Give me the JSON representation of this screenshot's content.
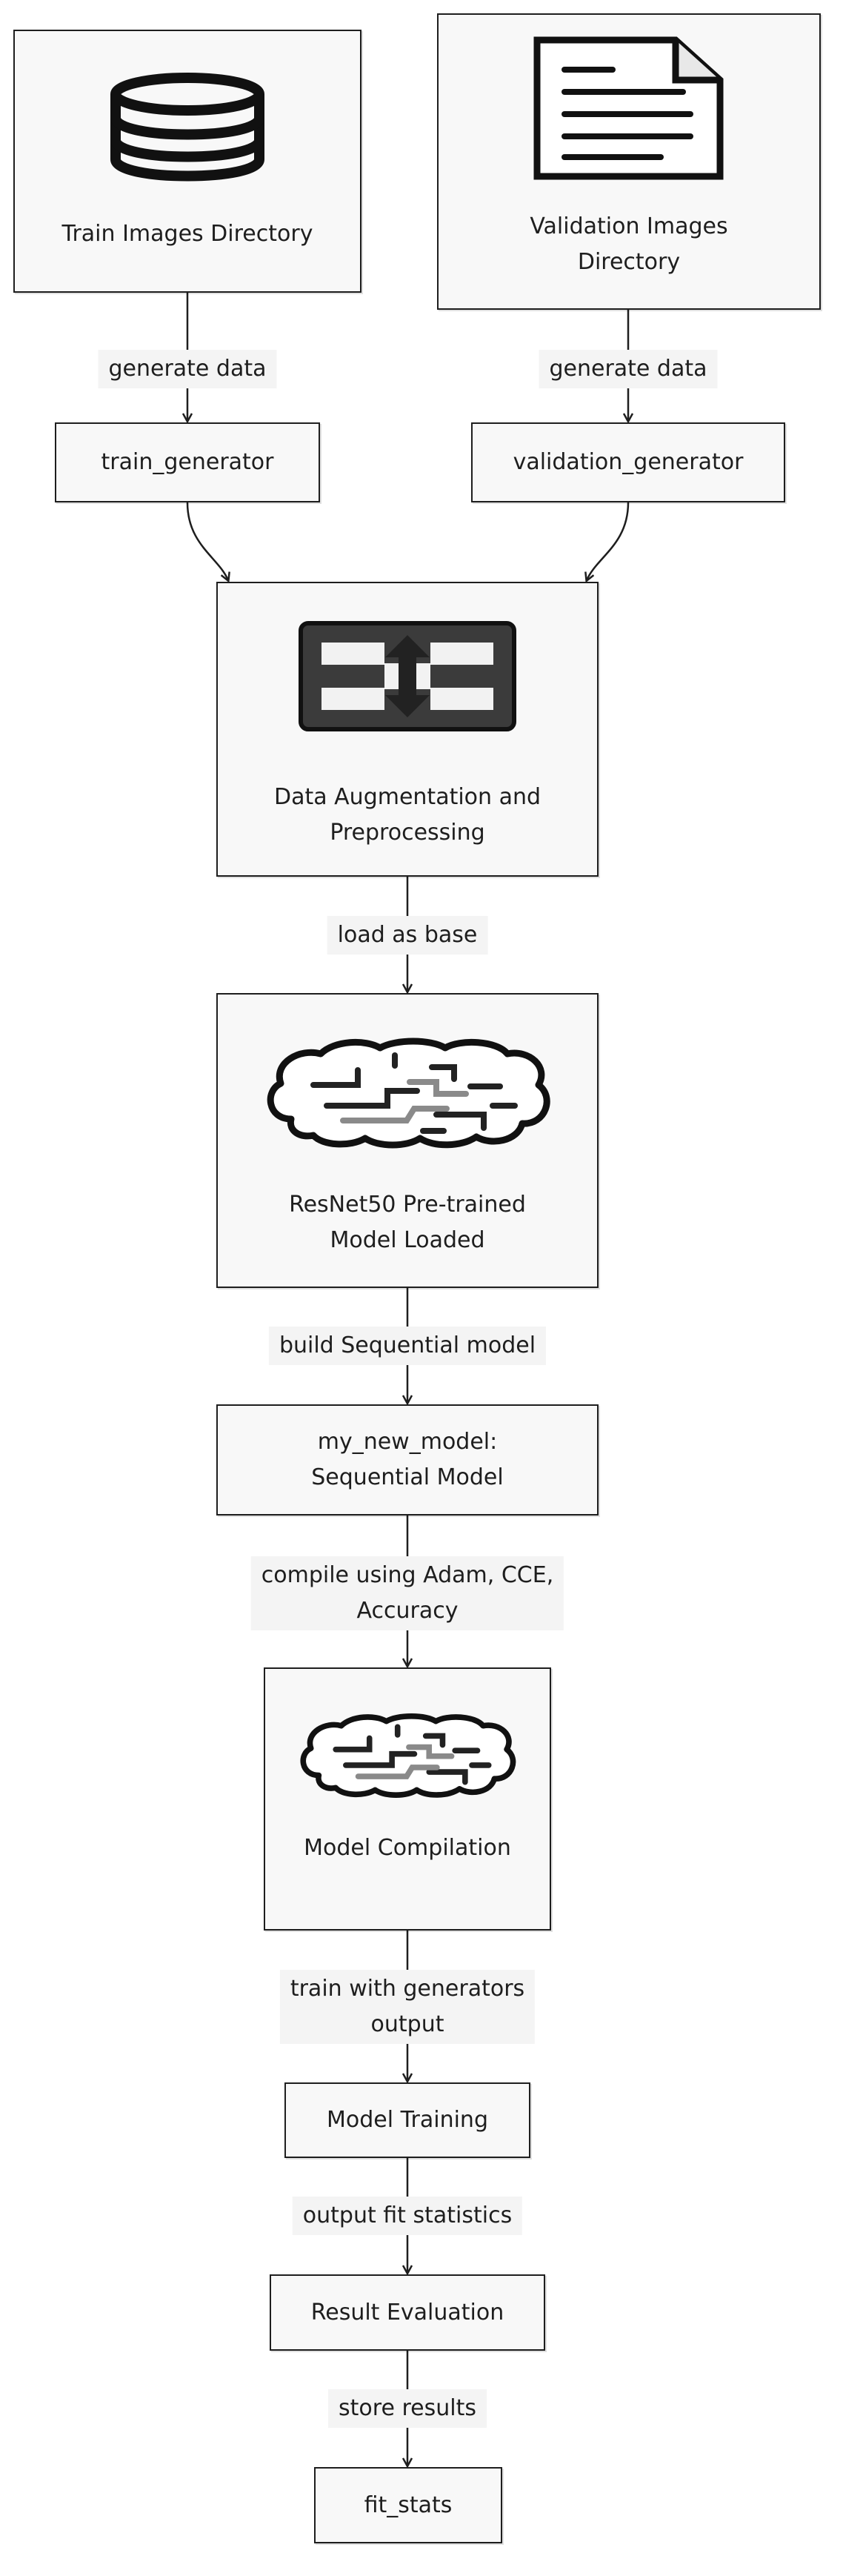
{
  "nodes": {
    "train_dir": "Train Images Directory",
    "val_dir": "Validation Images\nDirectory",
    "train_gen": "train_generator",
    "val_gen": "validation_generator",
    "augment": "Data Augmentation and\nPreprocessing",
    "resnet": "ResNet50 Pre-trained\nModel Loaded",
    "seq_model": "my_new_model:\nSequential Model",
    "compile": "Model Compilation",
    "training": "Model Training",
    "evaluation": "Result Evaluation",
    "fit_stats": "fit_stats"
  },
  "edges": {
    "gen_train": "generate data",
    "gen_val": "generate data",
    "load_base": "load as base",
    "build_seq": "build Sequential model",
    "compile_with": "compile using Adam, CCE,\nAccuracy",
    "train_with": "train with generators\noutput",
    "output_fit": "output fit statistics",
    "store": "store results"
  },
  "icons": {
    "train_dir": "database-icon",
    "val_dir": "document-icon",
    "augment": "swap-vertical-icon",
    "resnet": "brain-icon",
    "compile": "brain-icon"
  },
  "colors": {
    "stroke": "#1e1e1e",
    "fill": "#f8f8f8",
    "label_bg": "#f4f4f4"
  }
}
